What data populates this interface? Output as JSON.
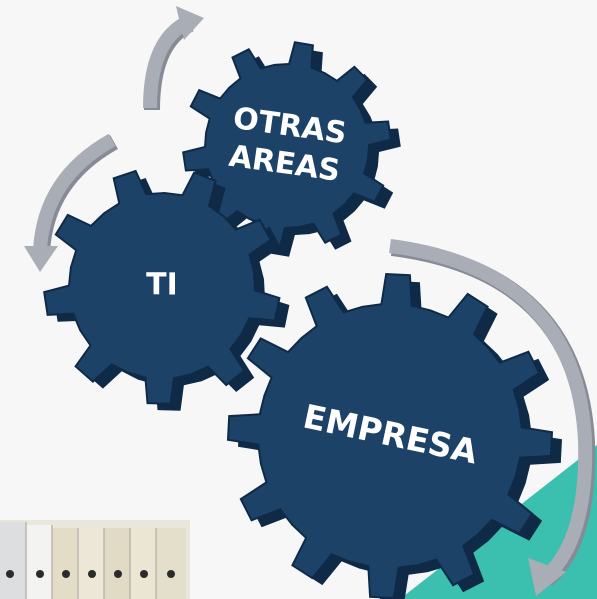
{
  "gears": [
    {
      "id": "otras-areas",
      "lines": [
        "OTRAS",
        "AREAS"
      ]
    },
    {
      "id": "ti",
      "lines": [
        "TI"
      ]
    },
    {
      "id": "empresa",
      "lines": [
        "EMPRESA"
      ]
    }
  ],
  "colors": {
    "gear_face": "#1d4268",
    "gear_side": "#0f2a47",
    "gear_label": "#ffffff",
    "arrow": "#a9adb6",
    "arrow_shade": "#868b95",
    "teal_corner": "#3bbfae",
    "background": "#f7f7f8"
  }
}
